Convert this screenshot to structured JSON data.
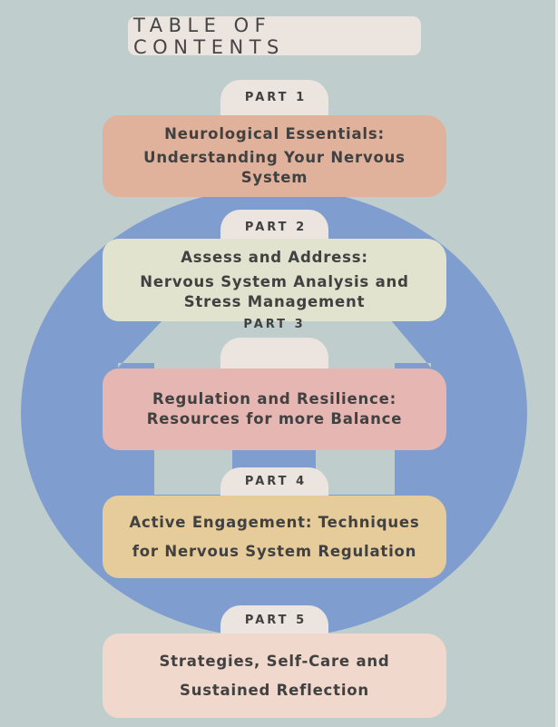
{
  "title": "TABLE OF CONTENTS",
  "colors": {
    "background": "#bfcdcd",
    "circle": "#7f9ecf",
    "label_pill": "#ece4df",
    "text": "#414141"
  },
  "parts": [
    {
      "label": "PART 1",
      "lines": [
        "Neurological Essentials:",
        "Understanding Your Nervous",
        "System"
      ],
      "color": "#e0b29b"
    },
    {
      "label": "PART 2",
      "lines": [
        "Assess and Address:",
        "Nervous System Analysis and",
        "Stress Management"
      ],
      "color": "#e1e3cf"
    },
    {
      "label": "PART 3",
      "lines": [
        "Regulation and Resilience:",
        "Resources for more Balance"
      ],
      "color": "#e5b6b2"
    },
    {
      "label": "PART 4",
      "lines": [
        "Active Engagement: Techniques",
        "for Nervous System Regulation"
      ],
      "color": "#e6cb9b"
    },
    {
      "label": "PART 5",
      "lines": [
        "Strategies, Self-Care and",
        "Sustained Reflection"
      ],
      "color": "#f0d8cc"
    }
  ]
}
